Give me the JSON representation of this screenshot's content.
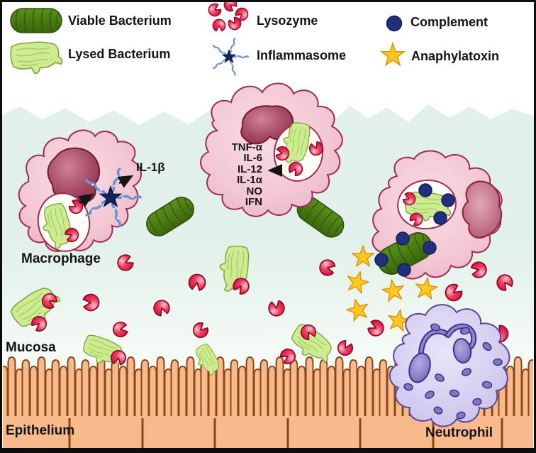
{
  "figure": {
    "title_hint": "Innate immune response at the mucosal epithelium",
    "legend": {
      "items": [
        {
          "id": "viable-bacterium",
          "label": "Viable Bacterium"
        },
        {
          "id": "lysed-bacterium",
          "label": "Lysed Bacterium"
        },
        {
          "id": "lysozyme",
          "label": "Lysozyme"
        },
        {
          "id": "inflammasome",
          "label": "Inflammasome"
        },
        {
          "id": "complement",
          "label": "Complement"
        },
        {
          "id": "anaphylatoxin",
          "label": "Anaphylatoxin"
        }
      ]
    },
    "labels": {
      "macrophage": "Macrophage",
      "il1b": "IL-1β",
      "mucosa": "Mucosa",
      "epithelium": "Epithelium",
      "neutrophil": "Neutrophil"
    },
    "cytokines": [
      "TNF-α",
      "IL-6",
      "IL-12",
      "IL-1α",
      "NO",
      "IFN"
    ],
    "colors": {
      "viable_bacterium": "#477a0e",
      "lysed_bacterium": "#cdeb90",
      "lysozyme": "#e5244e",
      "inflammasome_arm": "#6d93d6",
      "inflammasome_core": "#16245e",
      "complement": "#20307c",
      "anaphylatoxin": "#ffc81f",
      "macrophage_body": "#f3c6d3",
      "macrophage_nucleus": "#a84b66",
      "neutrophil_body": "#d5cdf0",
      "neutrophil_nucleus": "#9184cc",
      "epithelium": "#f8ba8d",
      "epithelium_outline": "#8a4713",
      "mucosa_background": "#e1f0ea"
    }
  }
}
